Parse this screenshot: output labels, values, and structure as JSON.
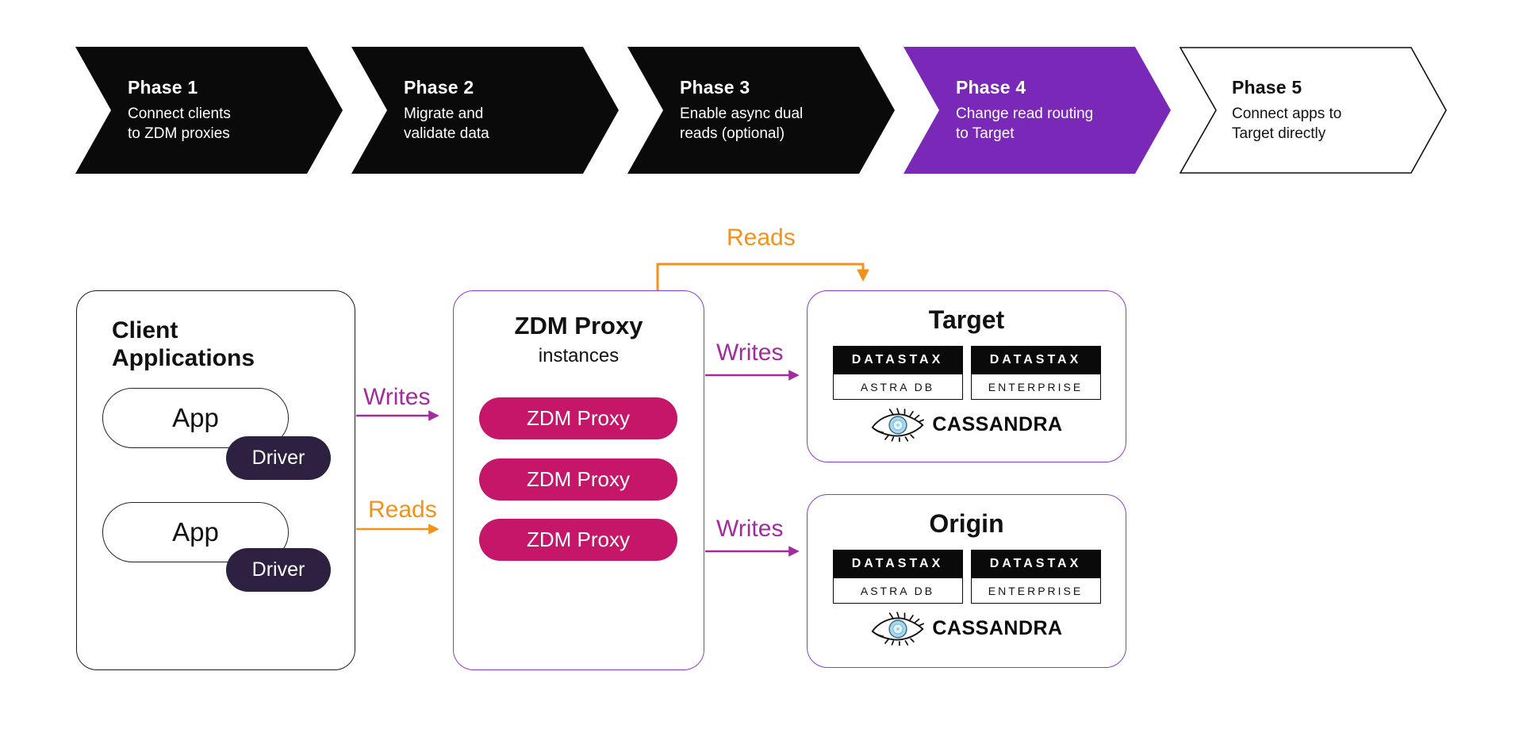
{
  "phases": {
    "items": [
      {
        "title": "Phase 1",
        "line1": "Connect clients",
        "line2": "to ZDM proxies"
      },
      {
        "title": "Phase 2",
        "line1": "Migrate and",
        "line2": "validate data"
      },
      {
        "title": "Phase 3",
        "line1": "Enable async dual",
        "line2": "reads (optional)"
      },
      {
        "title": "Phase 4",
        "line1": "Change read routing",
        "line2": "to Target"
      },
      {
        "title": "Phase 5",
        "line1": "Connect apps to",
        "line2": "Target directly"
      }
    ],
    "inactive_color": "#0a0a0a",
    "active_color": "#7a28b8",
    "future_fill": "#ffffff"
  },
  "client_box": {
    "title_line1": "Client",
    "title_line2": "Applications",
    "apps": [
      {
        "label": "App",
        "driver": "Driver"
      },
      {
        "label": "App",
        "driver": "Driver"
      }
    ]
  },
  "proxy_box": {
    "title": "ZDM Proxy",
    "subtitle": "instances",
    "instances": [
      "ZDM Proxy",
      "ZDM Proxy",
      "ZDM Proxy"
    ]
  },
  "target_box": {
    "title": "Target",
    "logos": [
      {
        "brand": "DATASTAX",
        "product": "ASTRA DB"
      },
      {
        "brand": "DATASTAX",
        "product": "ENTERPRISE"
      }
    ],
    "cassandra": "CASSANDRA"
  },
  "origin_box": {
    "title": "Origin",
    "logos": [
      {
        "brand": "DATASTAX",
        "product": "ASTRA DB"
      },
      {
        "brand": "DATASTAX",
        "product": "ENTERPRISE"
      }
    ],
    "cassandra": "CASSANDRA"
  },
  "arrows": {
    "writes_client_to_proxy": "Writes",
    "reads_client_to_proxy": "Reads",
    "reads_proxy_to_target": "Reads",
    "writes_proxy_to_target": "Writes",
    "writes_proxy_to_origin": "Writes",
    "writes_color": "#a22c9e",
    "reads_color": "#f2921b"
  },
  "colors": {
    "proxy_pill_magenta": "#c51669",
    "driver_pill_dark": "#2e2040",
    "box_border_purple": "#8f3bc9",
    "client_border_black": "#1c1c1c",
    "background": "#ffffff"
  }
}
